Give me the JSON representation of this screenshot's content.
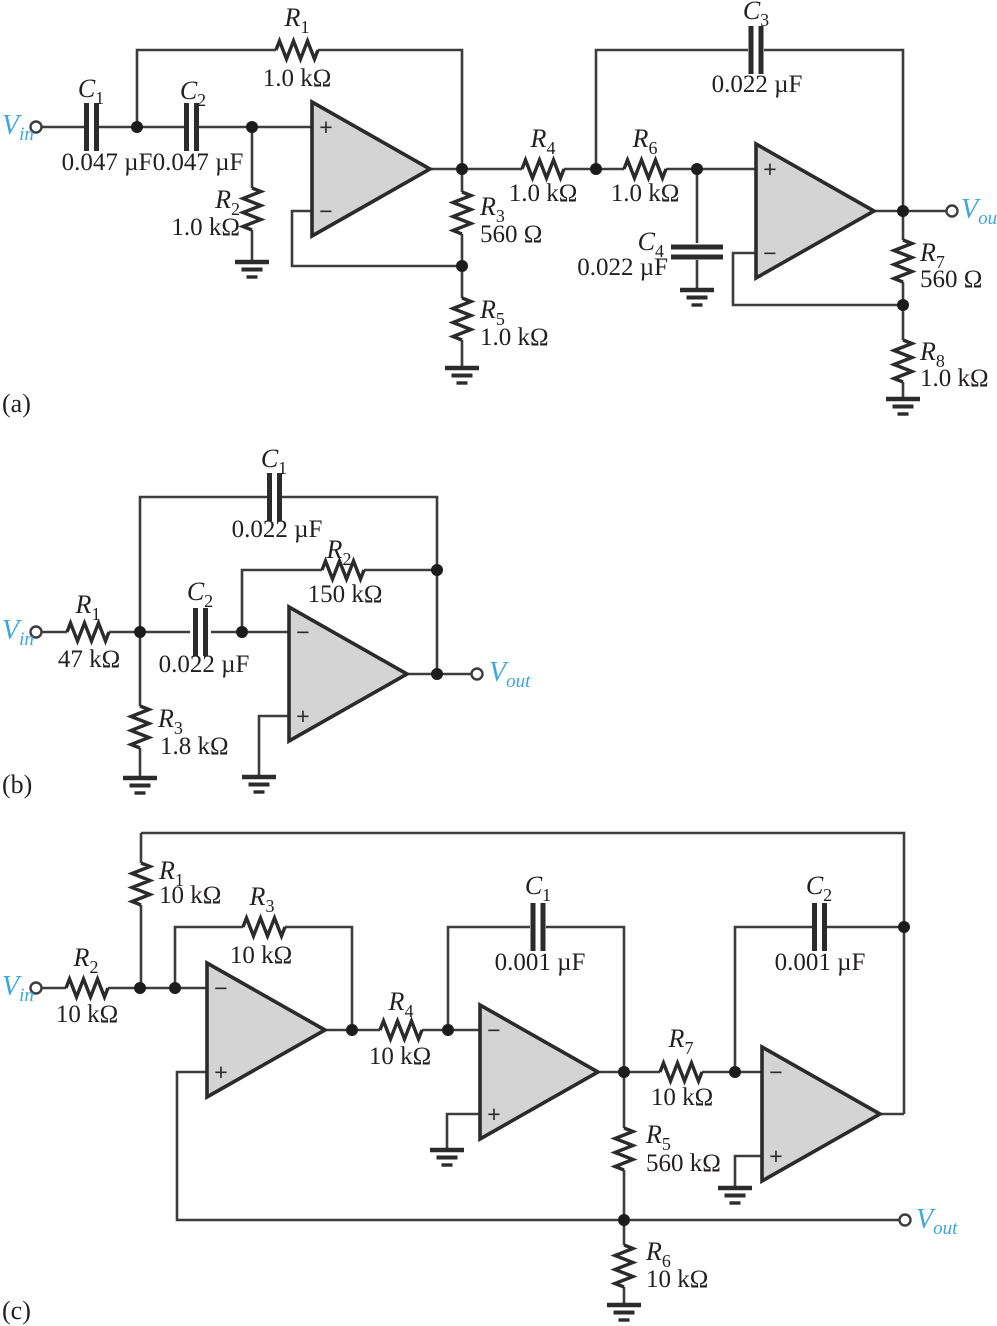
{
  "colors": {
    "io_label": "#3BA7DF",
    "opamp_fill": "#D4D4D5"
  },
  "signs": {
    "plus": "+",
    "minus": "−"
  },
  "a": {
    "caption": "(a)",
    "vin": {
      "sym": "V",
      "sub": "in"
    },
    "vout": {
      "sym": "V",
      "sub": "out"
    },
    "C1": {
      "sym": "C",
      "sub": "1",
      "value": "0.047 µF"
    },
    "C2": {
      "sym": "C",
      "sub": "2",
      "value": "0.047 µF"
    },
    "C3": {
      "sym": "C",
      "sub": "3",
      "value": "0.022 µF"
    },
    "C4": {
      "sym": "C",
      "sub": "4",
      "value": "0.022 µF"
    },
    "R1": {
      "sym": "R",
      "sub": "1",
      "value": "1.0 kΩ"
    },
    "R2": {
      "sym": "R",
      "sub": "2",
      "value": "1.0 kΩ"
    },
    "R3": {
      "sym": "R",
      "sub": "3",
      "value": "560 Ω"
    },
    "R4": {
      "sym": "R",
      "sub": "4",
      "value": "1.0 kΩ"
    },
    "R5": {
      "sym": "R",
      "sub": "5",
      "value": "1.0 kΩ"
    },
    "R6": {
      "sym": "R",
      "sub": "6",
      "value": "1.0 kΩ"
    },
    "R7": {
      "sym": "R",
      "sub": "7",
      "value": "560 Ω"
    },
    "R8": {
      "sym": "R",
      "sub": "8",
      "value": "1.0 kΩ"
    }
  },
  "b": {
    "caption": "(b)",
    "vin": {
      "sym": "V",
      "sub": "in"
    },
    "vout": {
      "sym": "V",
      "sub": "out"
    },
    "R1": {
      "sym": "R",
      "sub": "1",
      "value": "47 kΩ"
    },
    "R2": {
      "sym": "R",
      "sub": "2",
      "value": "150 kΩ"
    },
    "R3": {
      "sym": "R",
      "sub": "3",
      "value": "1.8 kΩ"
    },
    "C1": {
      "sym": "C",
      "sub": "1",
      "value": "0.022 µF"
    },
    "C2": {
      "sym": "C",
      "sub": "2",
      "value": "0.022 µF"
    }
  },
  "c": {
    "caption": "(c)",
    "vin": {
      "sym": "V",
      "sub": "in"
    },
    "vout": {
      "sym": "V",
      "sub": "out"
    },
    "R1": {
      "sym": "R",
      "sub": "1",
      "value": "10 kΩ"
    },
    "R2": {
      "sym": "R",
      "sub": "2",
      "value": "10 kΩ"
    },
    "R3": {
      "sym": "R",
      "sub": "3",
      "value": "10 kΩ"
    },
    "R4": {
      "sym": "R",
      "sub": "4",
      "value": "10 kΩ"
    },
    "R5": {
      "sym": "R",
      "sub": "5",
      "value": "560 kΩ"
    },
    "R6": {
      "sym": "R",
      "sub": "6",
      "value": "10 kΩ"
    },
    "R7": {
      "sym": "R",
      "sub": "7",
      "value": "10 kΩ"
    },
    "C1": {
      "sym": "C",
      "sub": "1",
      "value": "0.001 µF"
    },
    "C2": {
      "sym": "C",
      "sub": "2",
      "value": "0.001 µF"
    }
  }
}
